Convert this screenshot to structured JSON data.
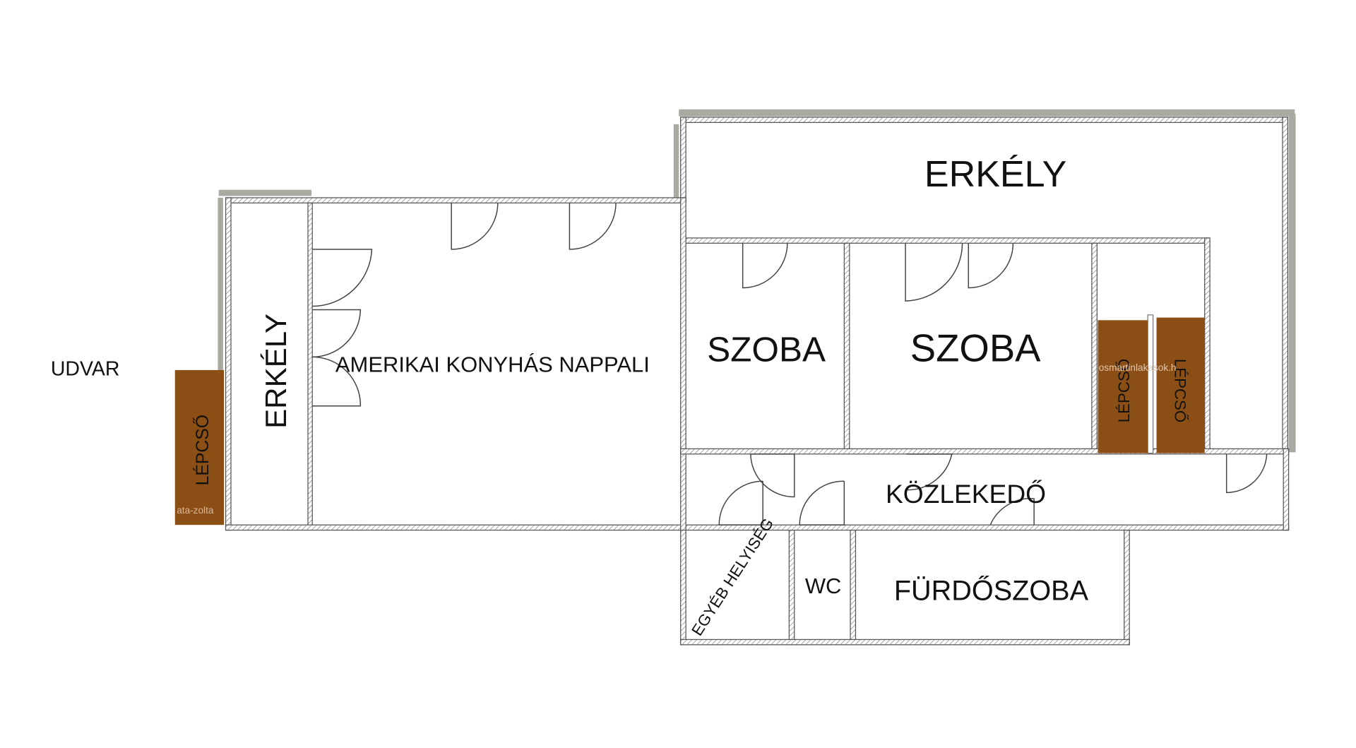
{
  "plan": {
    "rooms": {
      "erkely_top": "ERKÉLY",
      "erkely_left": "ERKÉLY",
      "nappali": "AMERIKAI KONYHÁS NAPPALI",
      "szoba1": "SZOBA",
      "szoba2": "SZOBA",
      "kozlekedo": "KÖZLEKEDŐ",
      "egyeb": "EGYÉB HELYISÉG",
      "wc": "WC",
      "furdo": "FÜRDŐSZOBA",
      "udvar": "UDVAR"
    },
    "stairs": [
      "LÉPCSŐ",
      "LÉPCSŐ",
      "LÉPCSŐ"
    ],
    "watermarks": [
      "ata-zolta",
      "osmartinlakasok.h"
    ],
    "colors": {
      "stair": "#8b4e14",
      "shadow": "#a8aaa2",
      "wall": "#555555"
    }
  }
}
